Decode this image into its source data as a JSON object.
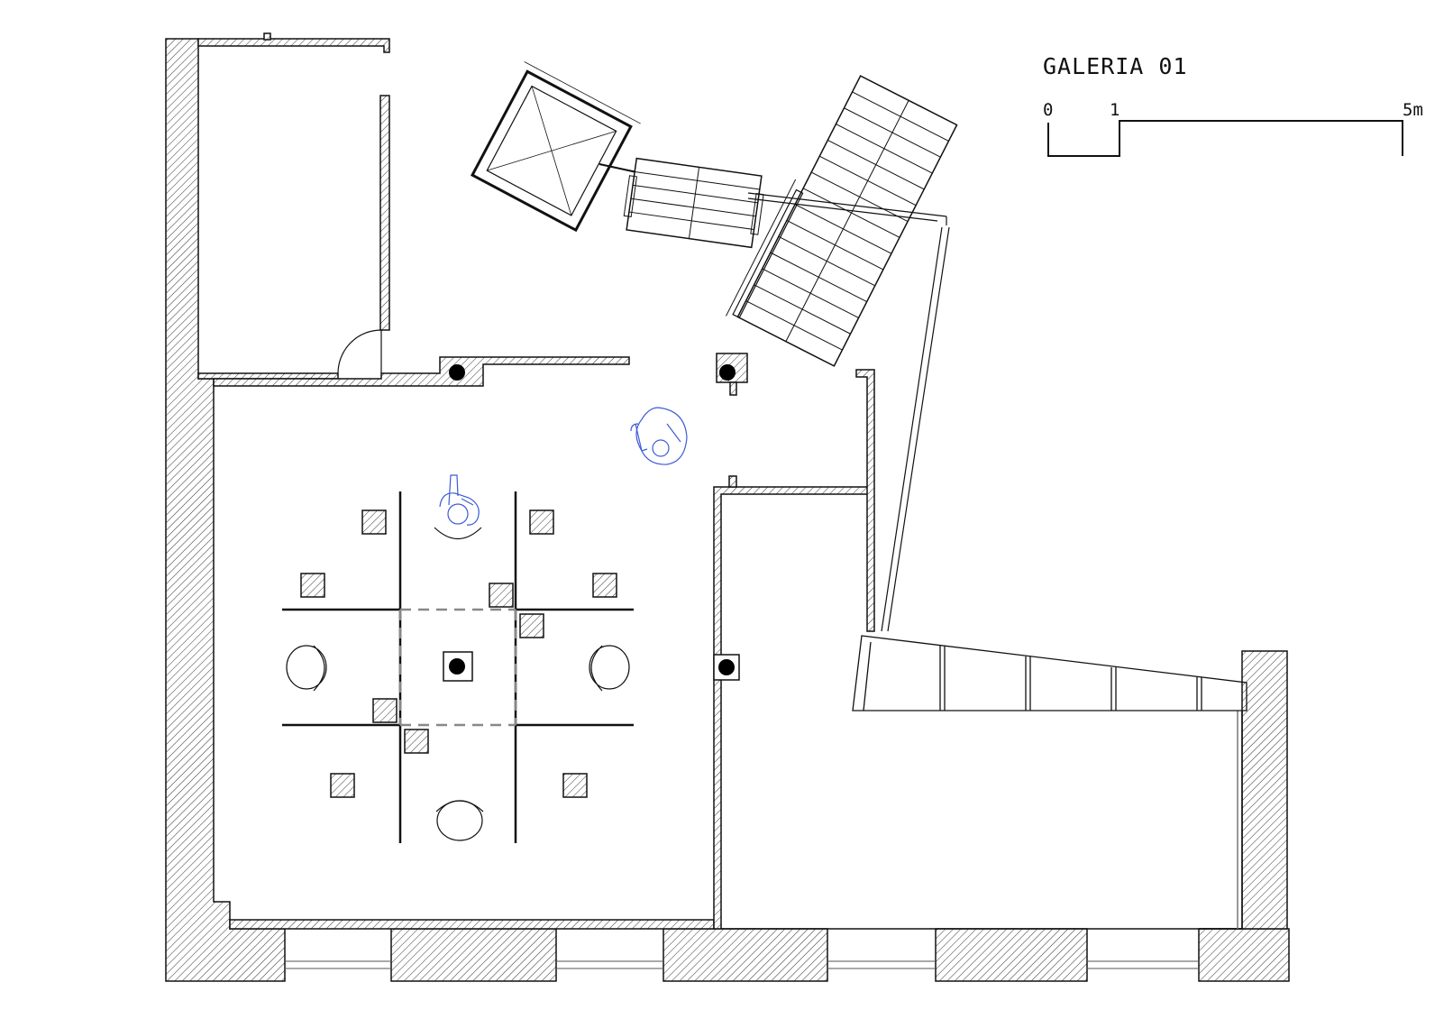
{
  "drawing": {
    "title": "GALERIA 01",
    "scale_bar": {
      "ticks": [
        "0",
        "1",
        "5m"
      ]
    }
  },
  "colors": {
    "line": "#111111",
    "hatch": "#333333",
    "figure": "#3b5bd6",
    "background": "#ffffff"
  }
}
